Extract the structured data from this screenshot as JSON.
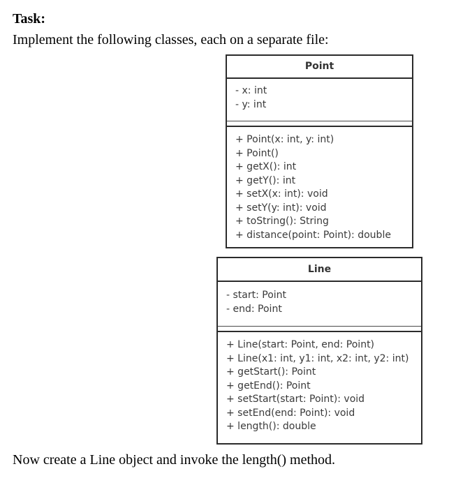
{
  "header": {
    "task_label": "Task:",
    "instruction": "Implement the following classes, each on a separate file:"
  },
  "footer": {
    "instruction": "Now create a Line object and invoke the length() method."
  },
  "colors": {
    "background": "#ffffff",
    "box_border": "#2b2b2b",
    "box_text": "#3a3a3a",
    "document_text": "#000000"
  },
  "diagram": {
    "type": "uml-class-diagram",
    "classes": [
      {
        "name": "Point",
        "attributes": [
          "- x: int",
          "- y: int"
        ],
        "methods": [
          "+ Point(x: int, y: int)",
          "+ Point()",
          "+ getX(): int",
          "+ getY(): int",
          "+ setX(x: int): void",
          "+ setY(y: int): void",
          "+ toString(): String",
          "+ distance(point: Point): double"
        ]
      },
      {
        "name": "Line",
        "attributes": [
          "- start: Point",
          "- end: Point"
        ],
        "methods": [
          "+ Line(start: Point, end: Point)",
          "+ Line(x1: int, y1: int, x2: int, y2: int)",
          "+ getStart(): Point",
          "+ getEnd(): Point",
          "+ setStart(start: Point): void",
          "+ setEnd(end: Point): void",
          "+ length(): double"
        ]
      }
    ]
  }
}
